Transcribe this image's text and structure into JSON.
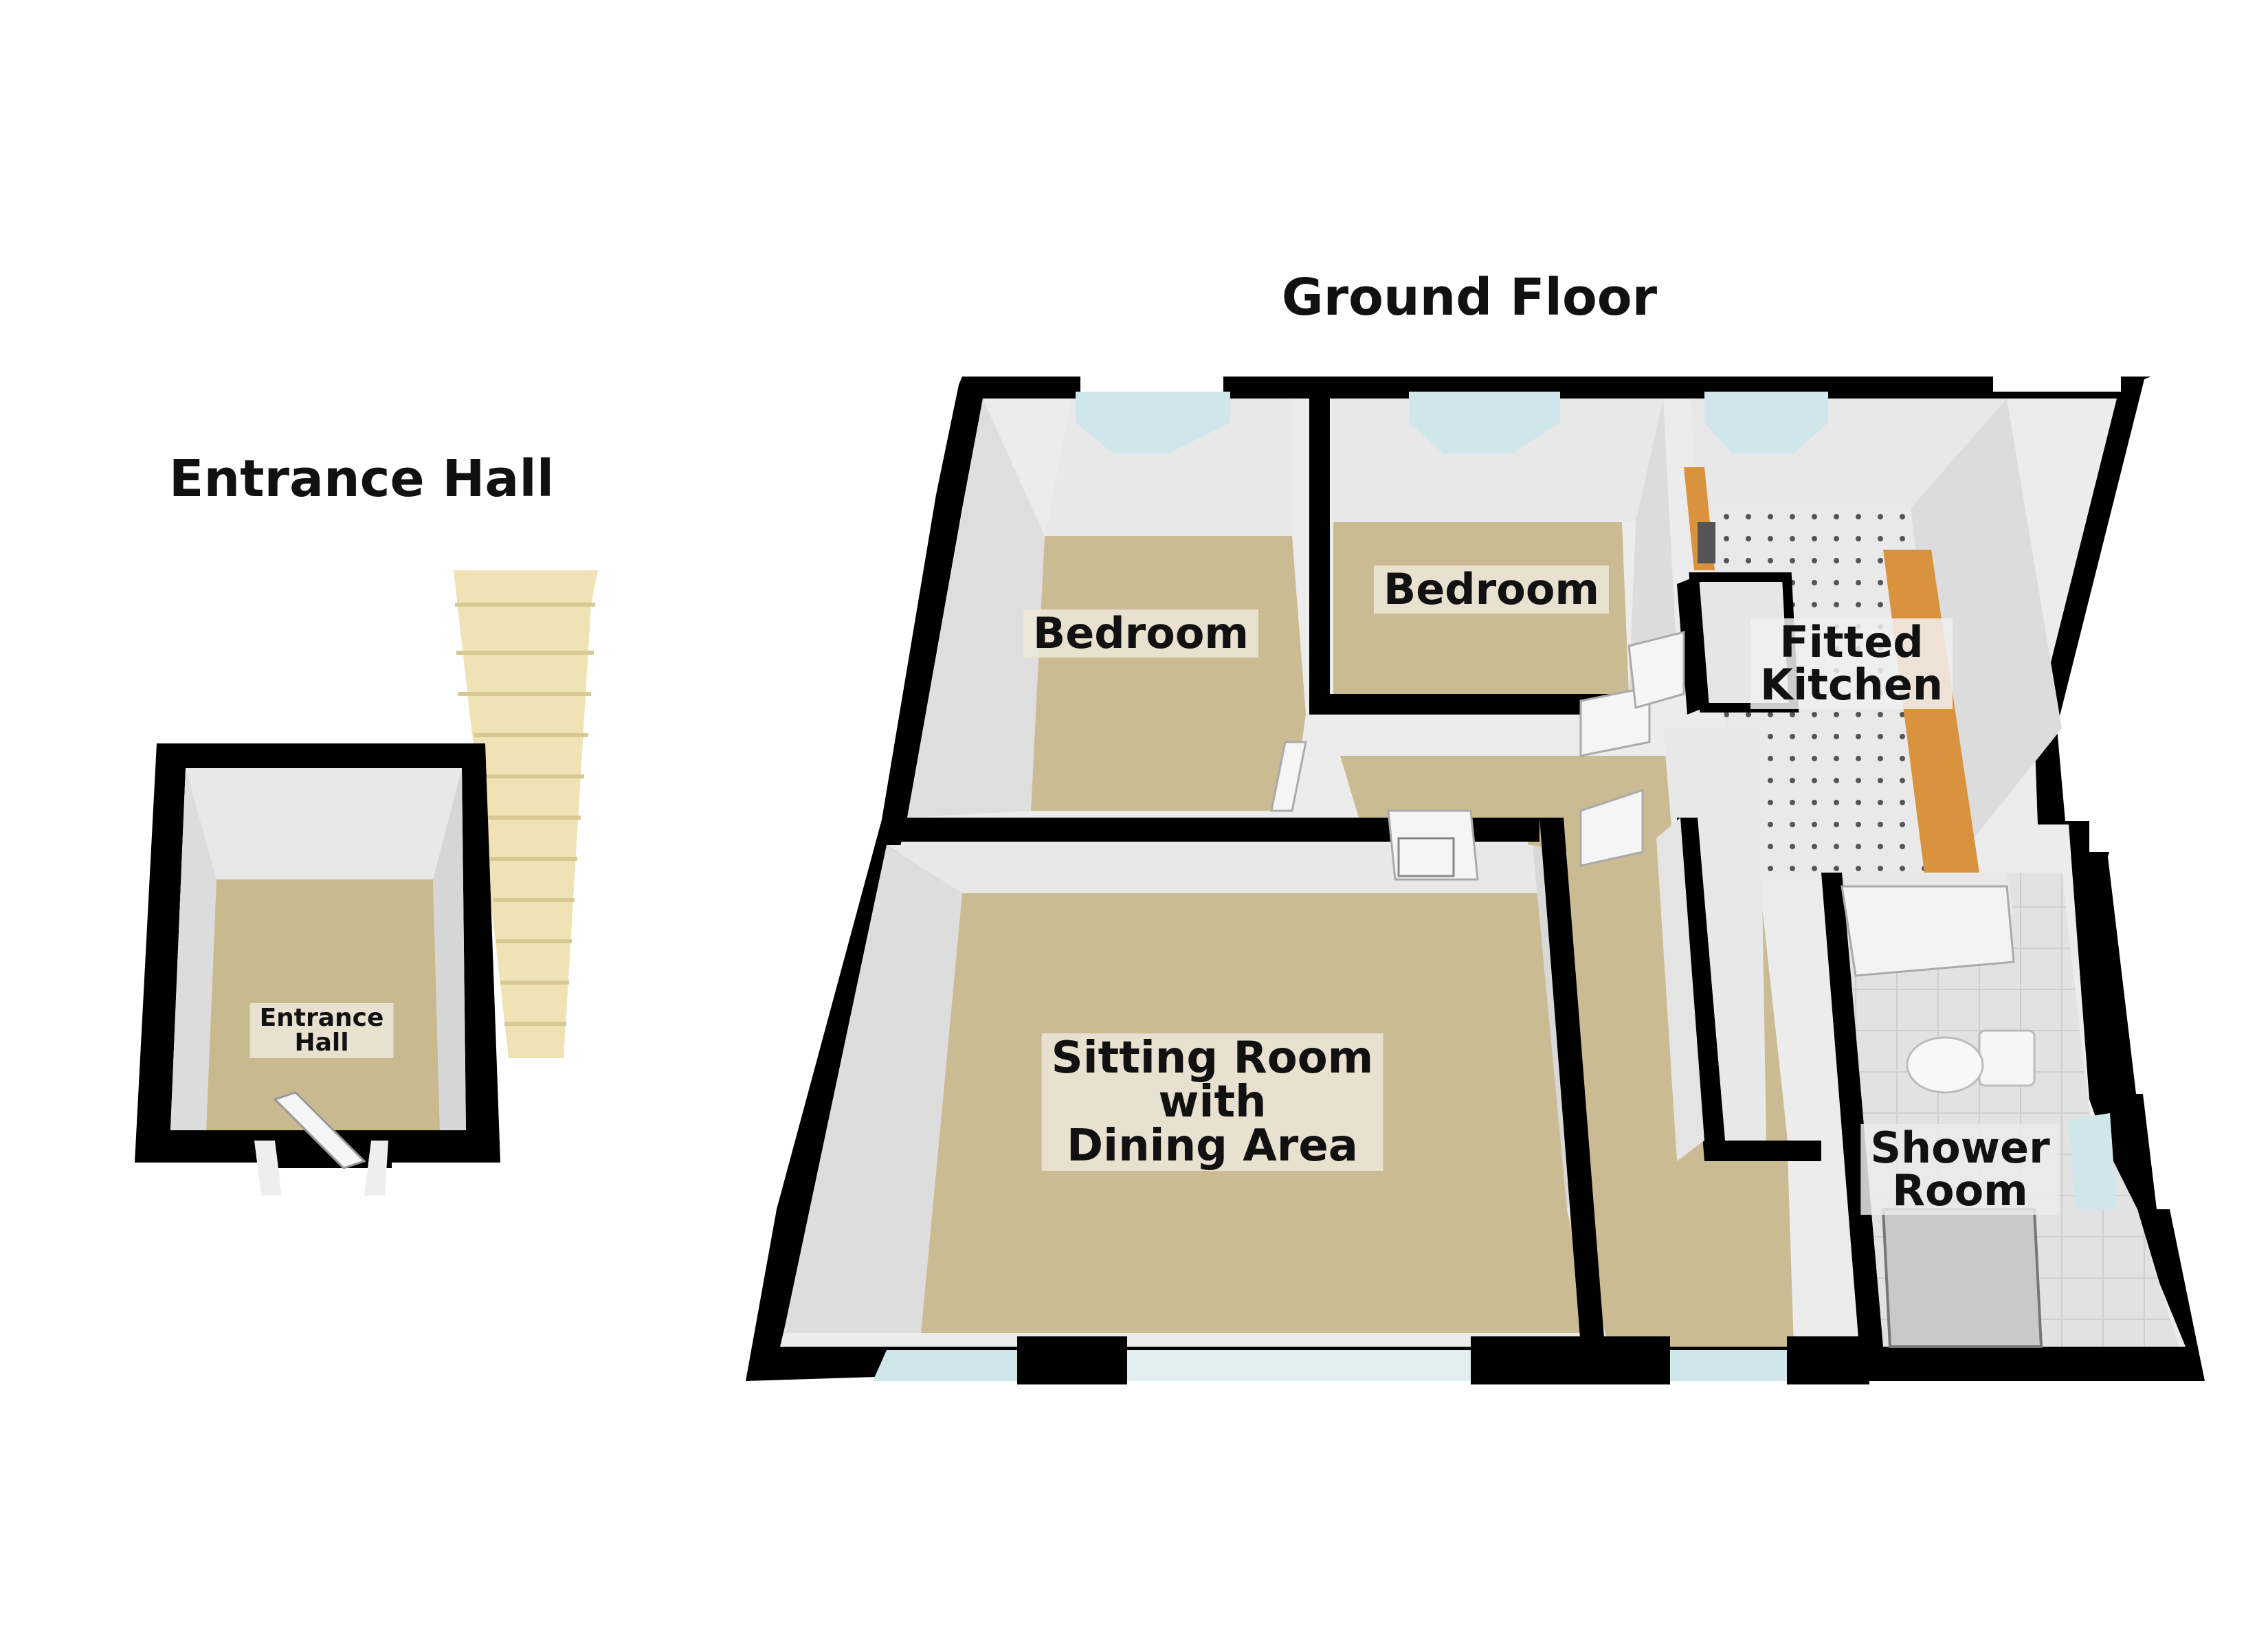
{
  "headings": {
    "entrance_hall": "Entrance Hall",
    "ground_floor": "Ground Floor"
  },
  "rooms": {
    "entrance_hall": [
      "Entrance",
      "Hall"
    ],
    "bedroom_1": [
      "Bedroom"
    ],
    "bedroom_2": [
      "Bedroom"
    ],
    "fitted_kitchen": [
      "Fitted",
      "Kitchen"
    ],
    "sitting_room": [
      "Sitting Room",
      "with",
      "Dining Area"
    ],
    "shower_room": [
      "Shower",
      "Room"
    ]
  },
  "colors": {
    "wall": "#000000",
    "wall_inner": "#ececec",
    "carpet": "#cbbb92",
    "tile": "#e6e6e6",
    "window": "#cfe6ea",
    "worktop": "#d9923e",
    "stairs": "#efe2b4"
  }
}
